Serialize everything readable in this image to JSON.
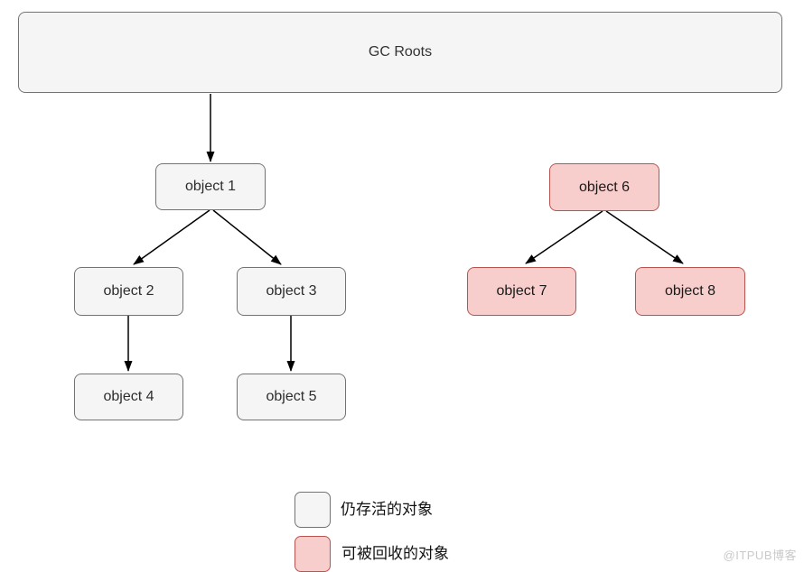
{
  "diagram": {
    "title": "GC Roots reachability diagram",
    "nodes": [
      {
        "id": "gc-roots",
        "label": "GC Roots",
        "type": "root"
      },
      {
        "id": "object-1",
        "label": "object 1",
        "type": "alive"
      },
      {
        "id": "object-2",
        "label": "object 2",
        "type": "alive"
      },
      {
        "id": "object-3",
        "label": "object 3",
        "type": "alive"
      },
      {
        "id": "object-4",
        "label": "object 4",
        "type": "alive"
      },
      {
        "id": "object-5",
        "label": "object 5",
        "type": "alive"
      },
      {
        "id": "object-6",
        "label": "object 6",
        "type": "collectable"
      },
      {
        "id": "object-7",
        "label": "object 7",
        "type": "collectable"
      },
      {
        "id": "object-8",
        "label": "object 8",
        "type": "collectable"
      }
    ],
    "edges": [
      {
        "from": "gc-roots",
        "to": "object-1"
      },
      {
        "from": "object-1",
        "to": "object-2"
      },
      {
        "from": "object-1",
        "to": "object-3"
      },
      {
        "from": "object-2",
        "to": "object-4"
      },
      {
        "from": "object-3",
        "to": "object-5"
      },
      {
        "from": "object-6",
        "to": "object-7"
      },
      {
        "from": "object-6",
        "to": "object-8"
      }
    ]
  },
  "legend": {
    "alive_label": "仍存活的对象",
    "collectable_label": "可被回收的对象"
  },
  "colors": {
    "alive_fill": "#f5f5f5",
    "alive_stroke": "#737373",
    "collectable_fill": "#f8cecc",
    "collectable_stroke": "#b85450",
    "arrow": "#000000"
  },
  "watermark": "@ITPUB博客"
}
